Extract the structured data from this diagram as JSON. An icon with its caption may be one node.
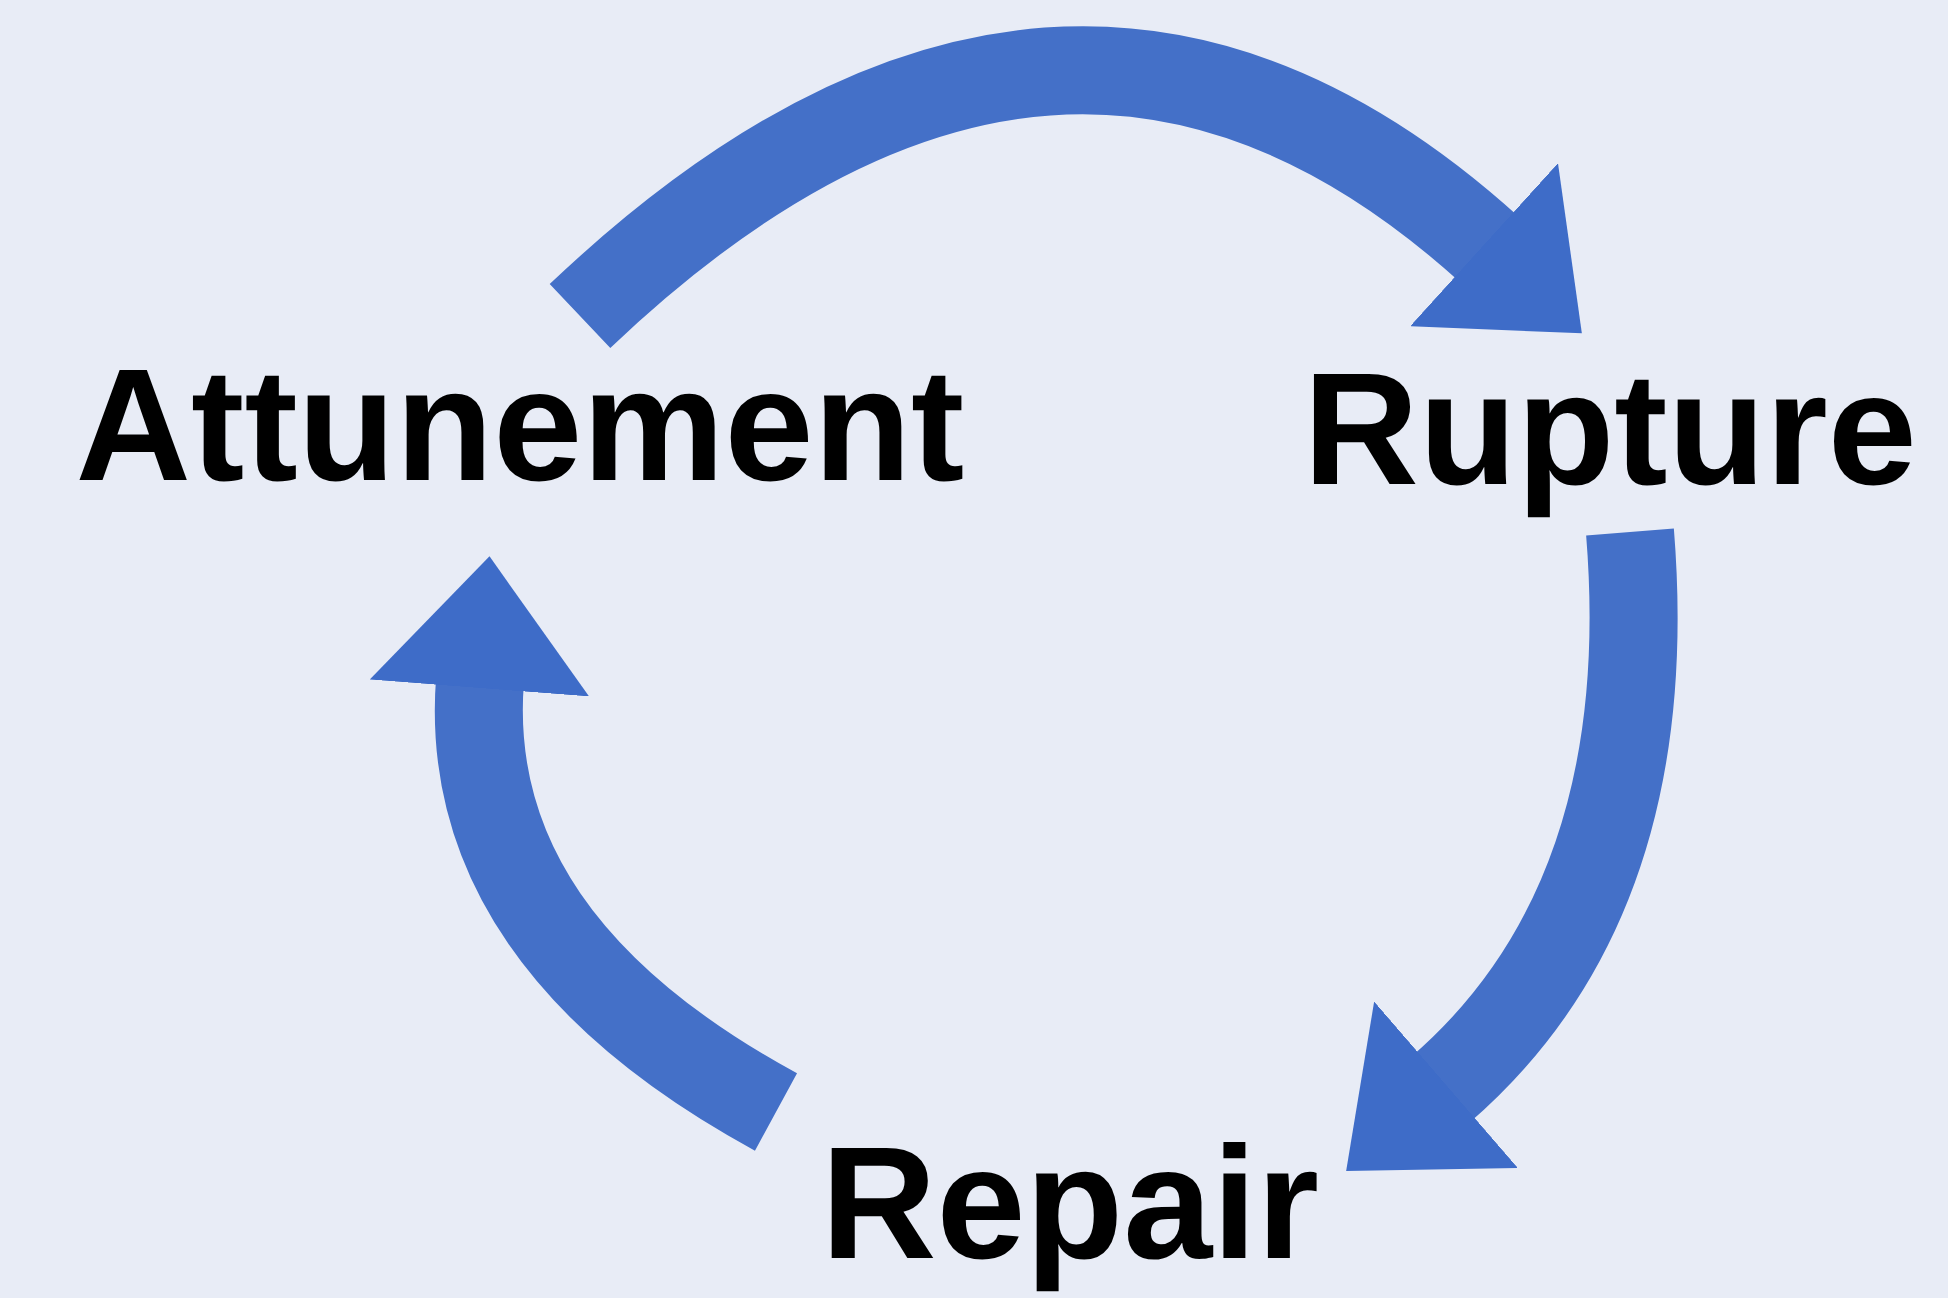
{
  "diagram": {
    "nodes": [
      {
        "text": [
          "Attunement"
        ]
      },
      {
        "text": [
          "Rupture"
        ]
      },
      {
        "text": [
          "Repair"
        ]
      }
    ],
    "edges": [
      {
        "from": 0,
        "to": 1,
        "arrow": "to"
      },
      {
        "from": 1,
        "to": 2,
        "arrow": "to"
      },
      {
        "from": 2,
        "to": 0,
        "arrow": "to"
      }
    ]
  }
}
